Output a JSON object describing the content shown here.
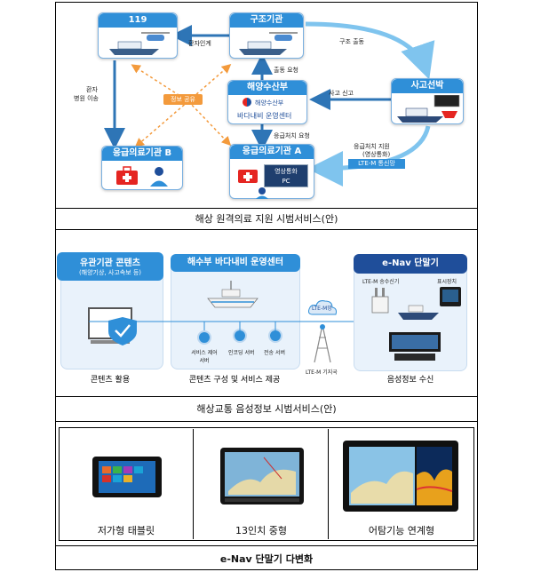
{
  "panel1": {
    "caption": "해상 원격의료 지원 시범서비스(안)",
    "nodes": {
      "n119": "119",
      "rescue": "구조기관",
      "ministry_title": "해양수산부",
      "ministry_logo": "해양수산부",
      "ministry_sub": "바다내비 운영센터",
      "accident_ship": "사고선박",
      "hospital_b": "응급의료기관 B",
      "hospital_a": "응급의료기관 A",
      "video_call": "영상통화",
      "pc": "PC"
    },
    "edges": {
      "patient_handover": "환자인계",
      "rescue_dispatch": "구조 출동",
      "dispatch_request": "출동 요청",
      "accident_report": "사고 신고",
      "patient_transfer_1": "환자",
      "patient_transfer_2": "병원 이송",
      "info_share": "정보 공유",
      "first_aid_request": "응급처치 요청",
      "first_aid_support_1": "응급처치 지원",
      "first_aid_support_2": "(영상통화)",
      "lte_network": "LTE-M 통신망"
    }
  },
  "panel2": {
    "caption": "해상교통 음성정보 시범서비스(안)",
    "left_title": "유관기관 콘텐츠",
    "left_sub": "(해양기상, 사고속보 등)",
    "left_caption": "콘텐츠 활용",
    "center_title": "해수부 바다내비 운영센터",
    "center_items": [
      "서비스 제어 서버",
      "인코딩 서버",
      "전송 서버"
    ],
    "center_caption": "콘텐츠 구성 및 서비스 제공",
    "lte_cloud": "LTE-M망",
    "lte_station": "LTE-M 기지국",
    "right_title": "e-Nav 단말기",
    "right_tx": "LTE-M 송수신기",
    "right_display": "표시장치",
    "right_caption": "음성정보 수신"
  },
  "panel3": {
    "caption": "e-Nav 단말기 다변화",
    "devices": [
      "저가형 태블릿",
      "13인치 중형",
      "어탐기능 연계형"
    ]
  },
  "colors": {
    "blue_header": "#2f8fd8",
    "arrow_blue": "#2e75b6",
    "arrow_light": "#7fc4ee",
    "orange": "#f39a3c",
    "red": "#e52521"
  }
}
